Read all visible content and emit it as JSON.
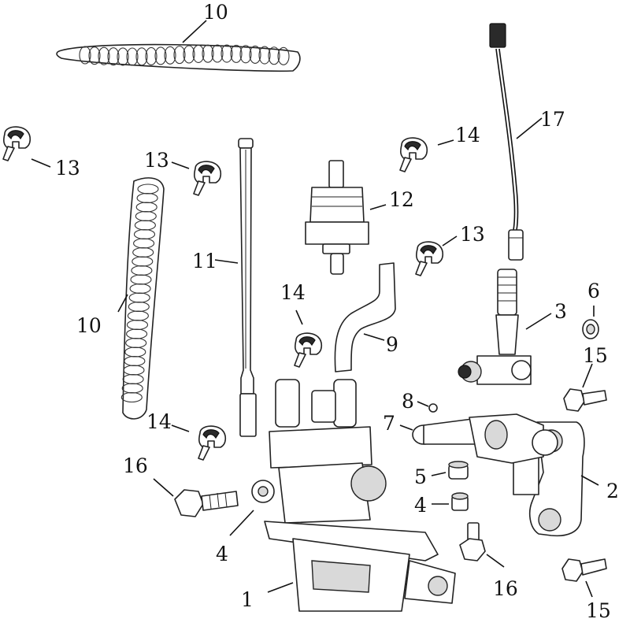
{
  "diagram": {
    "callouts": {
      "c1": "1",
      "c2": "2",
      "c3": "3",
      "c4a": "4",
      "c4b": "4",
      "c5": "5",
      "c6": "6",
      "c7": "7",
      "c8": "8",
      "c9": "9",
      "c10a": "10",
      "c10b": "10",
      "c11": "11",
      "c12": "12",
      "c13a": "13",
      "c13b": "13",
      "c13c": "13",
      "c14a": "14",
      "c14b": "14",
      "c14c": "14",
      "c15a": "15",
      "c15b": "15",
      "c16a": "16",
      "c16b": "16",
      "c17": "17"
    }
  }
}
